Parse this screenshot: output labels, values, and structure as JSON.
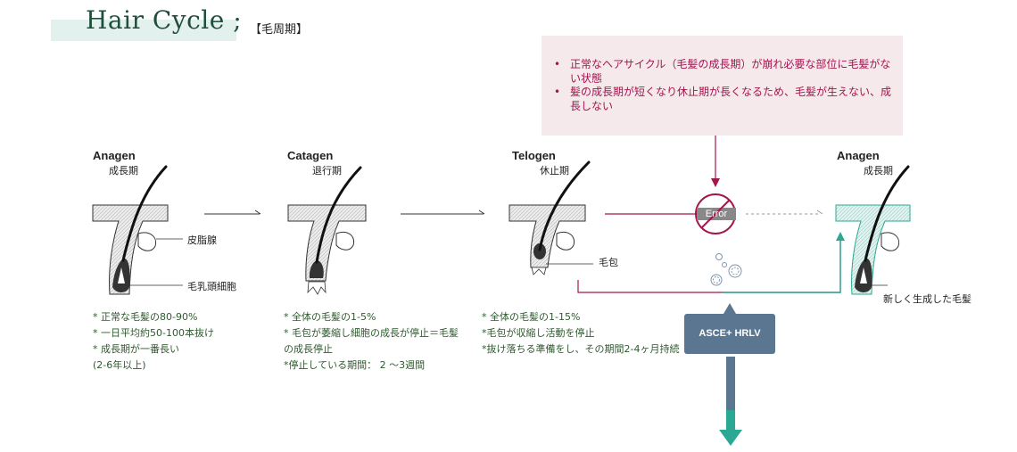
{
  "header": {
    "title": "Hair Cycle  ;",
    "subtitle": "【毛周期】"
  },
  "error_note": {
    "items": [
      "正常なヘアサイクル（毛髪の成長期）が崩れ必要な部位に毛髪がない状態",
      "髪の成長期が短くなり休止期が長くなるため、毛髪が生えない、成長しない"
    ],
    "badge": "Error"
  },
  "stages": [
    {
      "name": "Anagen",
      "jp": "成長期",
      "labels": [
        "皮脂腺",
        "毛乳頭細胞"
      ],
      "notes": [
        "* 正常な毛髪の80-90%",
        "* 一日平均約50-100本抜け",
        "* 成長期が一番長い",
        "(2-6年以上)"
      ]
    },
    {
      "name": "Catagen",
      "jp": "退行期",
      "notes": [
        "* 全体の毛髪の1-5%",
        "* 毛包が萎縮し細胞の成長が停止＝毛髪",
        "の成長停止",
        "*停止している期間： 2 ～3週間"
      ]
    },
    {
      "name": "Telogen",
      "jp": "休止期",
      "labels": [
        "毛包"
      ],
      "notes": [
        "* 全体の毛髪の1-15%",
        "*毛包が収縮し活動を停止",
        "*抜け落ちる準備をし、その期間2-4ヶ月持続"
      ]
    },
    {
      "name": "Anagen",
      "jp": "成長期",
      "labels": [
        "新しく生成した毛髪"
      ]
    }
  ],
  "treatment": {
    "label": "ASCE+ HRLV"
  },
  "colors": {
    "teal": "#2aa893",
    "crimson": "#a3154d",
    "title_green": "#1f4f3a",
    "note_green": "#2f5a2f",
    "slate": "#5a7690",
    "pink_bg": "#f6e9ec"
  }
}
